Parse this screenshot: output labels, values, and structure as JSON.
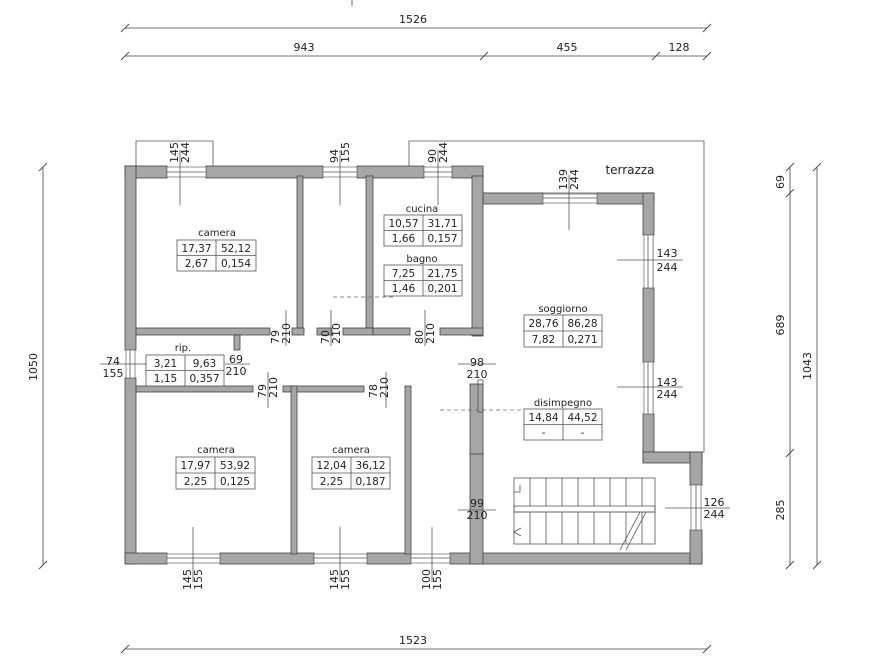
{
  "dimensions": {
    "top_total": "1526",
    "top_seg1": "943",
    "top_seg2": "455",
    "top_seg3": "128",
    "bottom_total": "1523",
    "left_total": "1050",
    "right_total": "1043",
    "right_seg1": "69",
    "right_seg2": "689",
    "right_seg3": "285"
  },
  "openings": {
    "w_camera_top": [
      "145",
      "244"
    ],
    "w_bath_top": [
      "94",
      "155"
    ],
    "w_kitchen_top": [
      "90",
      "244"
    ],
    "w_living_top": [
      "139",
      "244"
    ],
    "w_right_1": [
      "143",
      "244"
    ],
    "w_right_2": [
      "143",
      "244"
    ],
    "w_stair": [
      "126",
      "244"
    ],
    "w_camera_bl": [
      "145",
      "155"
    ],
    "w_camera_bm": [
      "145",
      "155"
    ],
    "w_entry": [
      "100",
      "155"
    ],
    "w_rip": [
      "74",
      "155"
    ],
    "d_camera_top": [
      "79",
      "210"
    ],
    "d_bath": [
      "70",
      "210"
    ],
    "d_kitchen": [
      "80",
      "210"
    ],
    "d_rip": [
      "69",
      "210"
    ],
    "d_camera_bl": [
      "79",
      "210"
    ],
    "d_camera_bm": [
      "78",
      "210"
    ],
    "d_living": [
      "98",
      "210"
    ],
    "d_stair": [
      "99",
      "210"
    ]
  },
  "rooms": {
    "terrazza": {
      "name": "terrazza"
    },
    "camera_top": {
      "name": "camera",
      "r1": [
        "17,37",
        "52,12"
      ],
      "r2": [
        "2,67",
        "0,154"
      ]
    },
    "cucina": {
      "name": "cucina",
      "r1": [
        "10,57",
        "31,71"
      ],
      "r2": [
        "1,66",
        "0,157"
      ]
    },
    "bagno": {
      "name": "bagno",
      "r1": [
        "7,25",
        "21,75"
      ],
      "r2": [
        "1,46",
        "0,201"
      ]
    },
    "soggiorno": {
      "name": "soggiorno",
      "r1": [
        "28,76",
        "86,28"
      ],
      "r2": [
        "7,82",
        "0,271"
      ]
    },
    "rip": {
      "name": "rip.",
      "r1": [
        "3,21",
        "9,63"
      ],
      "r2": [
        "1,15",
        "0,357"
      ]
    },
    "disimpegno": {
      "name": "disimpegno",
      "r1": [
        "14,84",
        "44,52"
      ],
      "r2": [
        "-",
        "-"
      ]
    },
    "camera_bl": {
      "name": "camera",
      "r1": [
        "17,97",
        "53,92"
      ],
      "r2": [
        "2,25",
        "0,125"
      ]
    },
    "camera_bm": {
      "name": "camera",
      "r1": [
        "12,04",
        "36,12"
      ],
      "r2": [
        "2,25",
        "0,187"
      ]
    }
  }
}
